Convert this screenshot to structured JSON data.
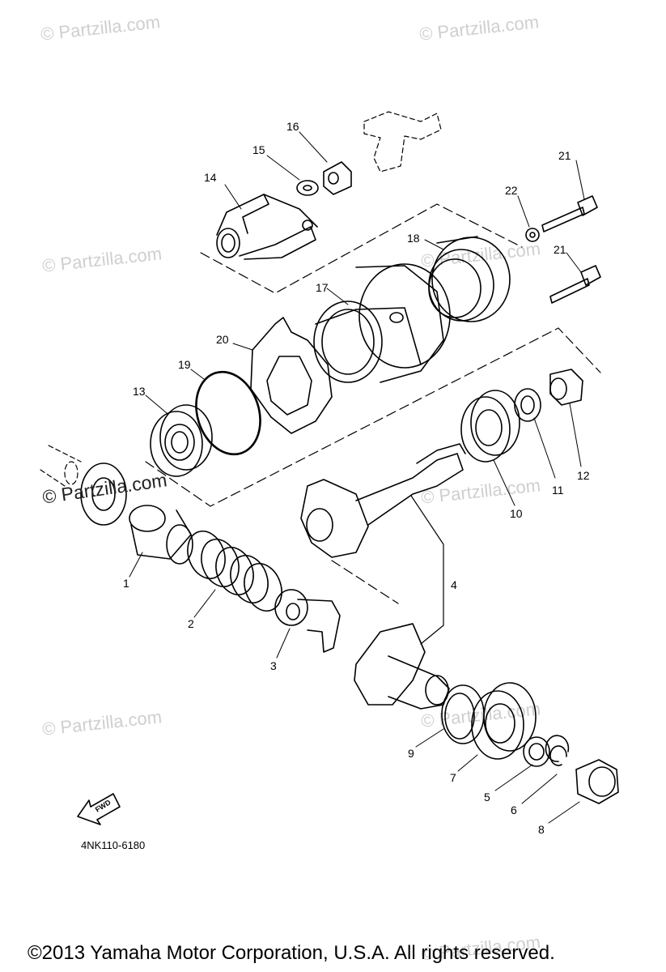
{
  "watermark": "© Partzilla.com",
  "diagram_code": "4NK110-6180",
  "copyright": "©2013 Yamaha Motor Corporation, U.S.A. All rights reserved.",
  "fwd_label": "FWD",
  "callouts": {
    "c1": "1",
    "c2": "2",
    "c3": "3",
    "c4": "4",
    "c5": "5",
    "c6": "6",
    "c7": "7",
    "c8": "8",
    "c9": "9",
    "c10": "10",
    "c11": "11",
    "c12": "12",
    "c13": "13",
    "c14": "14",
    "c15": "15",
    "c16": "16",
    "c17": "17",
    "c18": "18",
    "c19": "19",
    "c20": "20",
    "c21a": "21",
    "c21b": "21",
    "c22": "22"
  }
}
